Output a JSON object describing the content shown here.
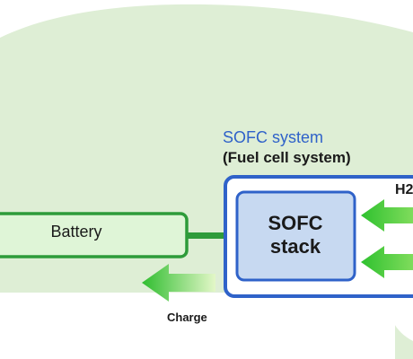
{
  "sofc_system": {
    "title": "SOFC system",
    "subtitle": "(Fuel cell system)"
  },
  "battery": {
    "label": "Battery"
  },
  "stack": {
    "line1": "SOFC",
    "line2": "stack"
  },
  "inputs": {
    "h2_label": "H2"
  },
  "flow": {
    "charge_label": "Charge"
  },
  "colors": {
    "background_shape": "#deeed5",
    "system_border": "#2f62c9",
    "stack_fill": "#c7d9f1",
    "battery_border": "#2e9b3a",
    "battery_fill": "#dff5d7",
    "arrow_green": "#3cc43c"
  }
}
